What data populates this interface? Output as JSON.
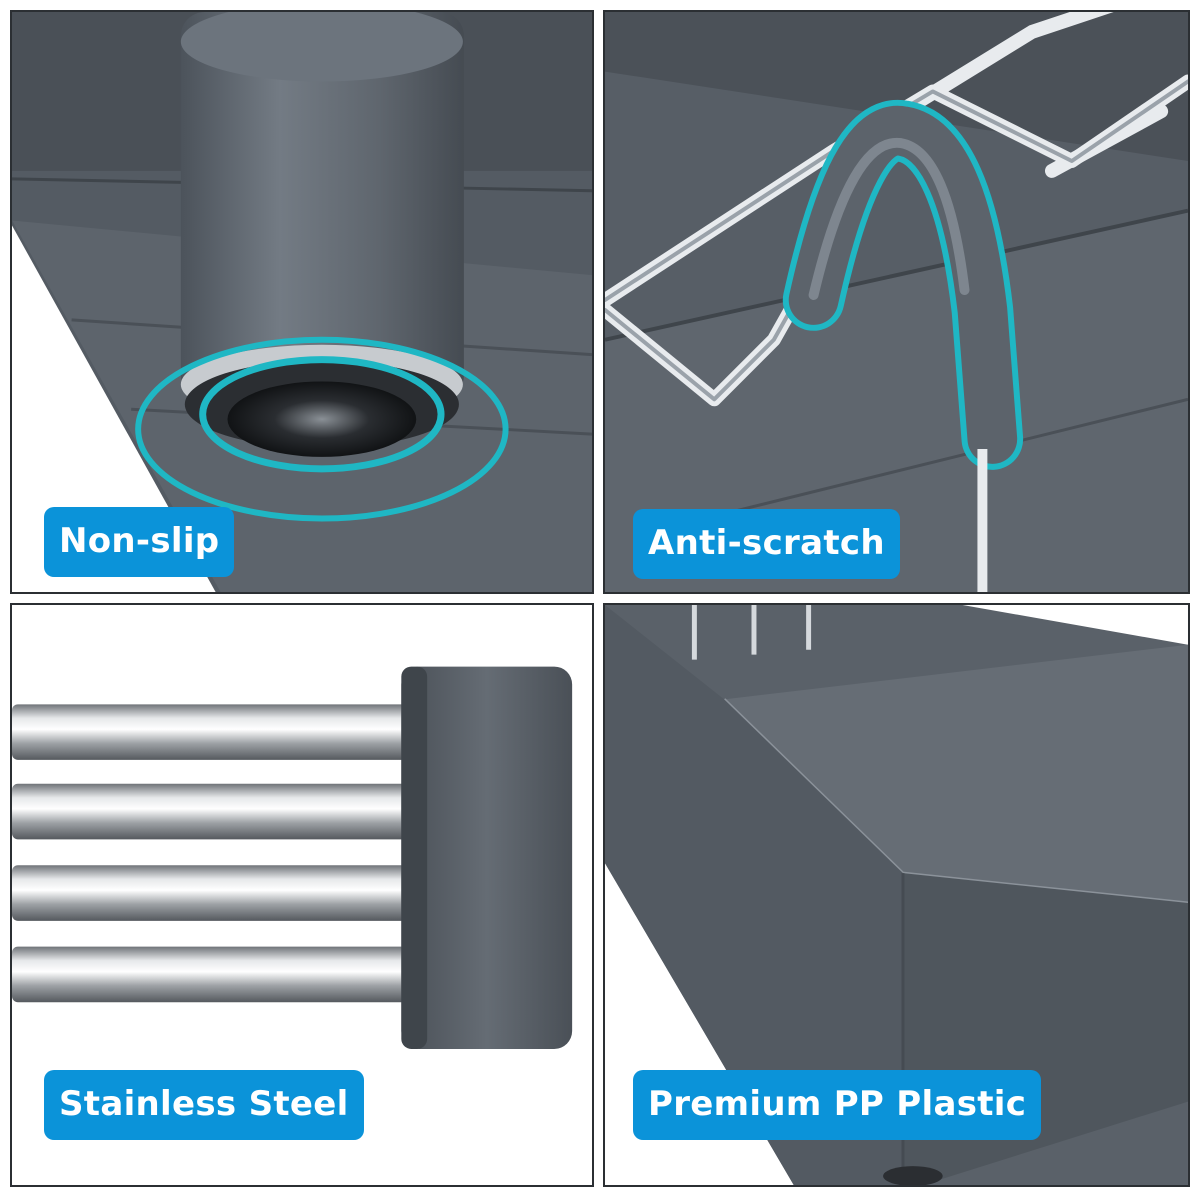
{
  "panels": [
    {
      "label": "Non-slip",
      "subject": "rubber-foot-closeup",
      "highlight_color": "#1fb7c4"
    },
    {
      "label": "Anti-scratch",
      "subject": "coated-wire-hook",
      "highlight_color": "#1fb7c4"
    },
    {
      "label": "Stainless Steel",
      "subject": "steel-rods-closeup"
    },
    {
      "label": "Premium PP Plastic",
      "subject": "plastic-tray-corner"
    }
  ],
  "colors": {
    "label_bg": "#0b93d9",
    "label_text": "#ffffff",
    "product_gray": "#5b636c",
    "border": "#2b2f33",
    "background": "#ffffff"
  }
}
